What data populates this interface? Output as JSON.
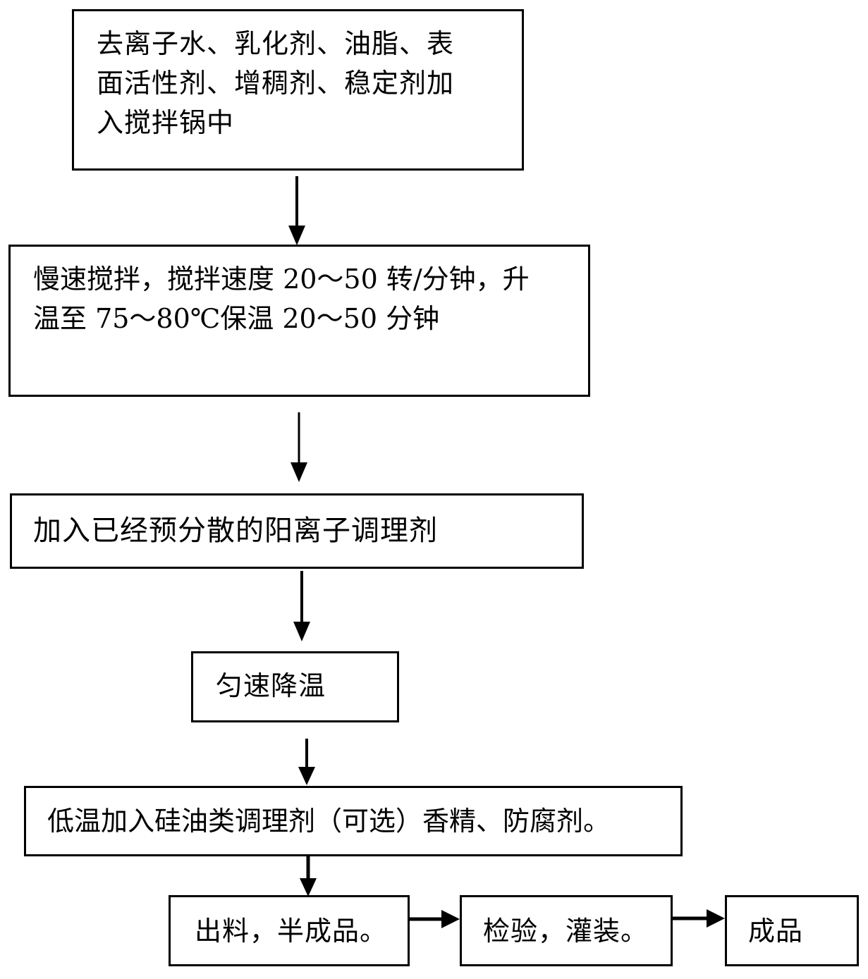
{
  "diagram": {
    "type": "flowchart",
    "steps": [
      {
        "id": "step1",
        "text": "去离子水、乳化剂、油脂、表\n面活性剂、增稠剂、稳定剂加\n入搅拌锅中"
      },
      {
        "id": "step2",
        "text": "慢速搅拌，搅拌速度 20～50 转/分钟，升\n温至 75～80℃保温 20～50 分钟"
      },
      {
        "id": "step3",
        "text": "加入已经预分散的阳离子调理剂"
      },
      {
        "id": "step4",
        "text": "匀速降温"
      },
      {
        "id": "step5",
        "text": "低温加入硅油类调理剂（可选）香精、防腐剂。"
      },
      {
        "id": "step6",
        "text": "出料，半成品。"
      },
      {
        "id": "step7",
        "text": "检验，灌装。"
      },
      {
        "id": "step8",
        "text": "成品"
      }
    ],
    "edges": [
      {
        "from": "step1",
        "to": "step2"
      },
      {
        "from": "step2",
        "to": "step3"
      },
      {
        "from": "step3",
        "to": "step4"
      },
      {
        "from": "step4",
        "to": "step5"
      },
      {
        "from": "step5",
        "to": "step6"
      },
      {
        "from": "step6",
        "to": "step7"
      },
      {
        "from": "step7",
        "to": "step8"
      }
    ]
  }
}
